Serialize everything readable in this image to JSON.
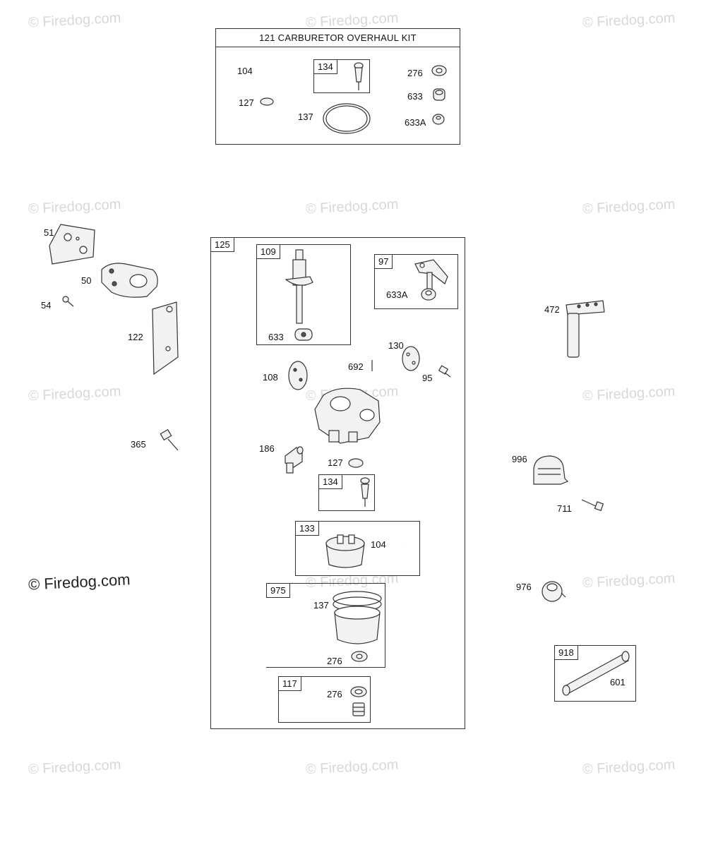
{
  "watermarks": [
    "© Firedog.com"
  ],
  "kit": {
    "title": "121 CARBURETOR OVERHAUL KIT",
    "labels": [
      "104",
      "127",
      "137",
      "134",
      "276",
      "633",
      "633A"
    ]
  },
  "left_parts": [
    "51",
    "50",
    "54",
    "122",
    "365"
  ],
  "main_box": {
    "tag": "125",
    "sub_109": {
      "tag": "109",
      "label": "633"
    },
    "sub_97": {
      "tag": "97",
      "label": "633A"
    },
    "labels": [
      "130",
      "692",
      "95",
      "108",
      "186",
      "127"
    ],
    "sub_134": {
      "tag": "134"
    },
    "sub_133": {
      "tag": "133",
      "label": "104"
    },
    "sub_975": {
      "tag": "975",
      "labels": [
        "137",
        "276"
      ]
    },
    "sub_117": {
      "tag": "117",
      "label": "276"
    }
  },
  "right_parts": [
    "472",
    "996",
    "711",
    "976"
  ],
  "sub_918": {
    "tag": "918",
    "label": "601"
  }
}
